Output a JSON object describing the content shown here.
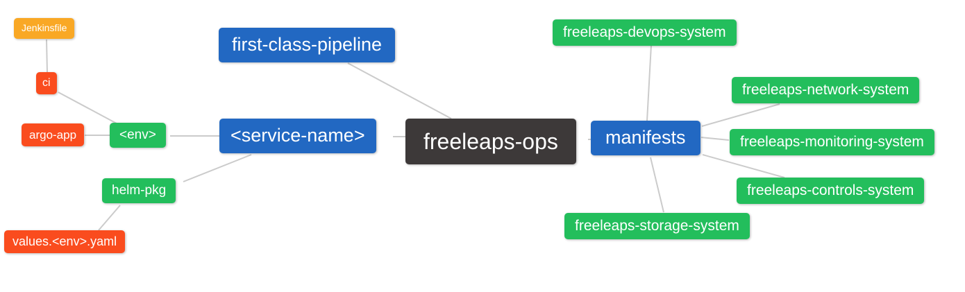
{
  "colors": {
    "background": "#FFFFFF",
    "root_bg": "#3D3939",
    "branch_blue": "#2268C2",
    "leaf_green": "#23BE5C",
    "leaf_red": "#FA4C1E",
    "leaf_orange": "#F9A825",
    "edge_gray": "#CBCBCB",
    "node_text": "#FFFFFF"
  },
  "nodes": {
    "freeleaps_ops": {
      "label": "freeleaps-ops"
    },
    "first_class_pipeline": {
      "label": "first-class-pipeline"
    },
    "service_name": {
      "label": "<service-name>"
    },
    "manifests": {
      "label": "manifests"
    },
    "env": {
      "label": "<env>"
    },
    "helm_pkg": {
      "label": "helm-pkg"
    },
    "ci": {
      "label": "ci"
    },
    "jenkinsfile": {
      "label": "Jenkinsfile"
    },
    "argo_app": {
      "label": "argo-app"
    },
    "values_env_yaml": {
      "label": "values.<env>.yaml"
    },
    "devops_system": {
      "label": "freeleaps-devops-system"
    },
    "network_system": {
      "label": "freeleaps-network-system"
    },
    "monitoring_system": {
      "label": "freeleaps-monitoring-system"
    },
    "controls_system": {
      "label": "freeleaps-controls-system"
    },
    "storage_system": {
      "label": "freeleaps-storage-system"
    }
  },
  "edges": [
    {
      "from": "jenkinsfile",
      "to": "ci"
    },
    {
      "from": "ci",
      "to": "env"
    },
    {
      "from": "argo_app",
      "to": "env"
    },
    {
      "from": "env",
      "to": "service_name"
    },
    {
      "from": "helm_pkg",
      "to": "service_name"
    },
    {
      "from": "values_env_yaml",
      "to": "helm_pkg"
    },
    {
      "from": "first_class_pipeline",
      "to": "freeleaps_ops"
    },
    {
      "from": "service_name",
      "to": "freeleaps_ops"
    },
    {
      "from": "freeleaps_ops",
      "to": "manifests"
    },
    {
      "from": "manifests",
      "to": "devops_system"
    },
    {
      "from": "manifests",
      "to": "network_system"
    },
    {
      "from": "manifests",
      "to": "monitoring_system"
    },
    {
      "from": "manifests",
      "to": "controls_system"
    },
    {
      "from": "manifests",
      "to": "storage_system"
    }
  ]
}
